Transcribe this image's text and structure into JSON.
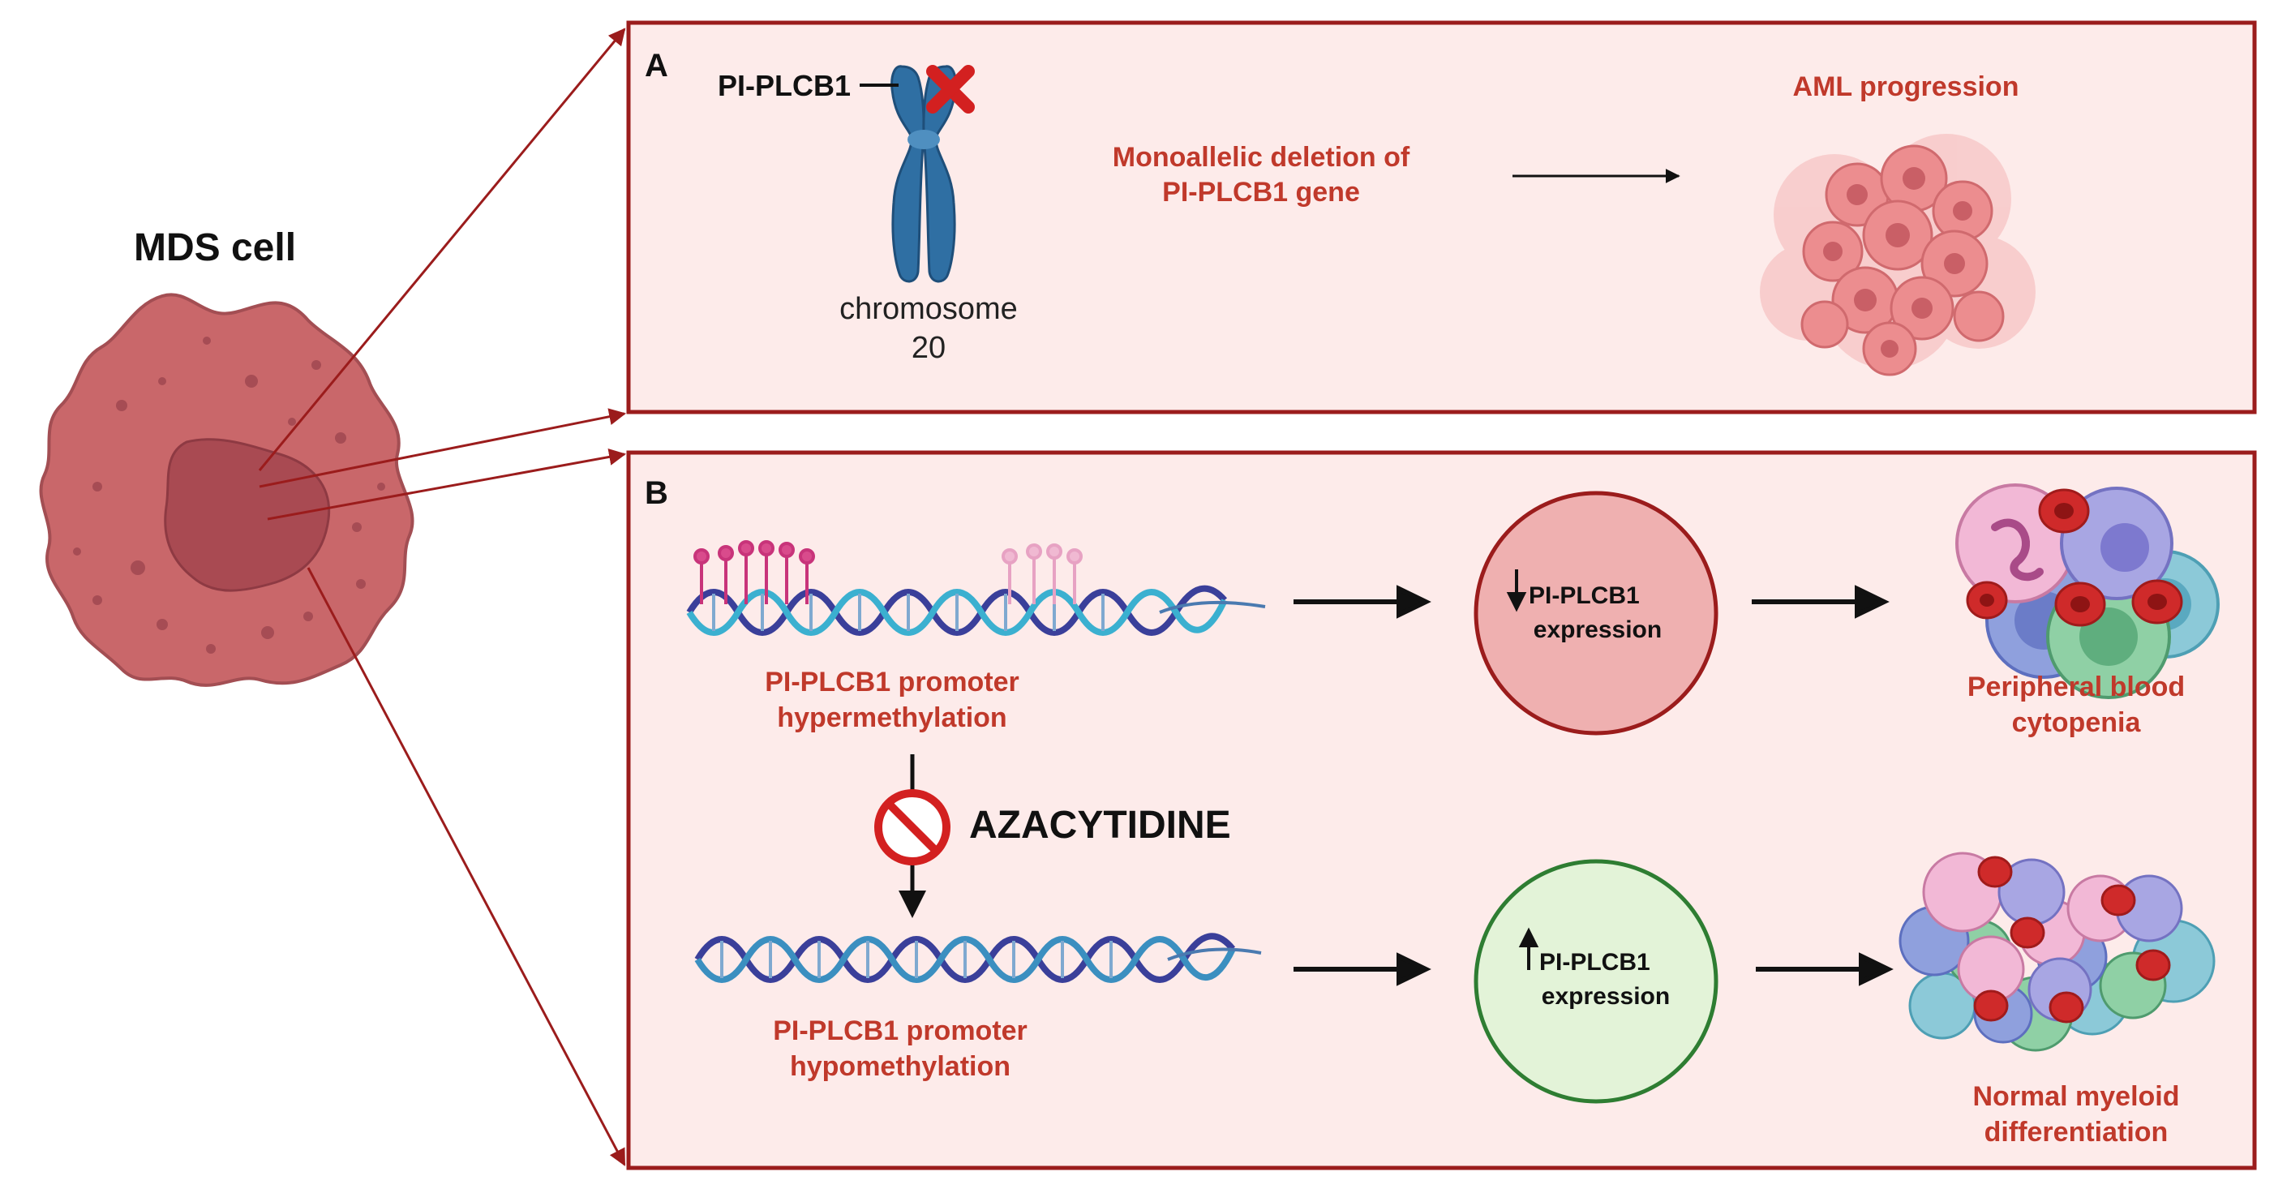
{
  "figure": {
    "cell": {
      "title": "MDS cell"
    },
    "panel_a": {
      "letter": "A",
      "gene_label": "PI-PLCB1",
      "chromosome_label": "chromosome",
      "chromosome_number": "20",
      "deletion_label_line1": "Monoallelic deletion of",
      "deletion_label_line2": "PI-PLCB1 gene",
      "outcome_label": "AML progression"
    },
    "panel_b": {
      "letter": "B",
      "hyper_label_line1": "PI-PLCB1 promoter",
      "hyper_label_line2": "hypermethylation",
      "drug_label": "AZACYTIDINE",
      "hypo_label_line1": "PI-PLCB1 promoter",
      "hypo_label_line2": "hypomethylation",
      "down_expression_line1": "PI-PLCB1",
      "down_expression_line2": "expression",
      "up_expression_line1": "PI-PLCB1",
      "up_expression_line2": "expression",
      "cytopenia_line1": "Peripheral blood",
      "cytopenia_line2": "cytopenia",
      "differentiation_line1": "Normal myeloid",
      "differentiation_line2": "differentiation"
    },
    "colors": {
      "panel_border": "#9b1c1c",
      "panel_fill": "#fdebea",
      "label_red": "#c0392b",
      "cell_body": "#c9676a",
      "cell_nucleus": "#a94a52",
      "chromosome": "#2f6fa3",
      "down_circle": "#efb0b0",
      "up_circle": "#e3f3d8",
      "down_circle_border": "#9b1c1c",
      "up_circle_border": "#2e7d32"
    }
  }
}
